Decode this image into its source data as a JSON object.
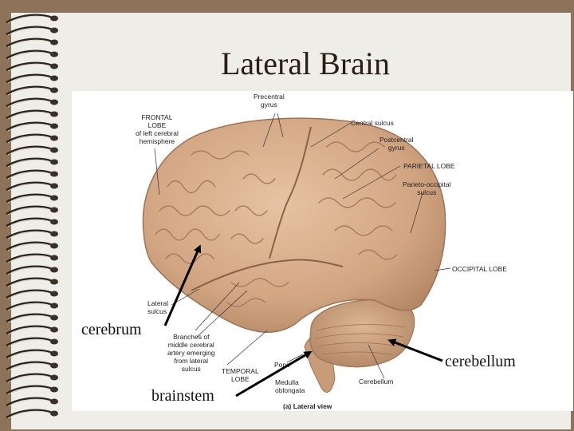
{
  "slide": {
    "title": "Lateral Brain",
    "colors": {
      "background": "#8d735a",
      "page": "#efede8",
      "brain": "#d9b08d",
      "arrow": "#000000"
    }
  },
  "figure": {
    "labels": {
      "frontal_lobe": "FRONTAL\nLOBE\nof left cerebral\nhemisphere",
      "precentral_gyrus": "Precentral\ngyrus",
      "central_sulcus": "Central sulcus",
      "postcentral_gyrus": "Postcentral\ngyrus",
      "parietal_lobe": "PARIETAL LOBE",
      "parieto_occipital_sulcus": "Parieto-occipital\nsulcus",
      "occipital_lobe": "OCCIPITAL LOBE",
      "lateral_sulcus": "Lateral\nsulcus",
      "branches_mca": "Branches of\nmiddle cerebral\nartery emerging\nfrom lateral\nsulcus",
      "temporal_lobe": "TEMPORAL\nLOBE",
      "pons": "Pons",
      "medulla": "Medulla\noblongata",
      "cerebellum_small": "Cerebellum",
      "caption": "(a) Lateral view"
    }
  },
  "annotations": {
    "cerebrum": "cerebrum",
    "cerebellum": "cerebellum",
    "brainstem": "brainstem"
  }
}
